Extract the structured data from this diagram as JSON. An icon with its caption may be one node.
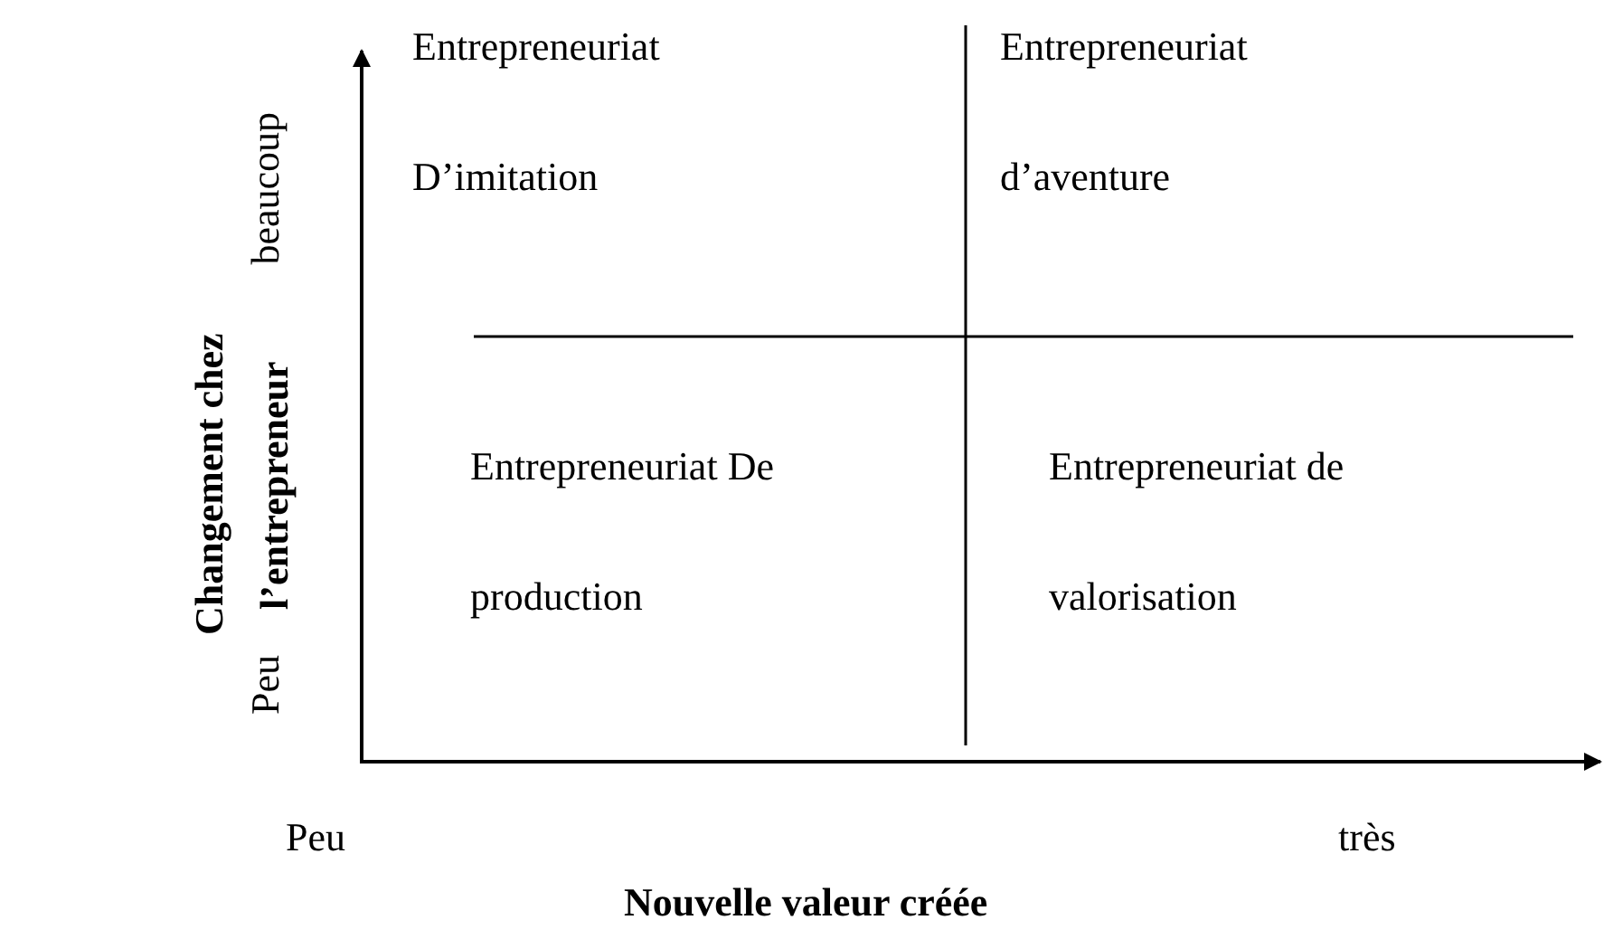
{
  "diagram": {
    "labels": [
      "Entrepreneuriat D’imitation",
      "Entrepreneuriat d’aventure",
      "beaucoup",
      "Changement chez l’entrepreneur",
      "Entrepreneuriat De production",
      "Entrepreneuriat de valorisation",
      "Peu",
      "Peu",
      "très",
      "Nouvelle valeur créée"
    ]
  }
}
